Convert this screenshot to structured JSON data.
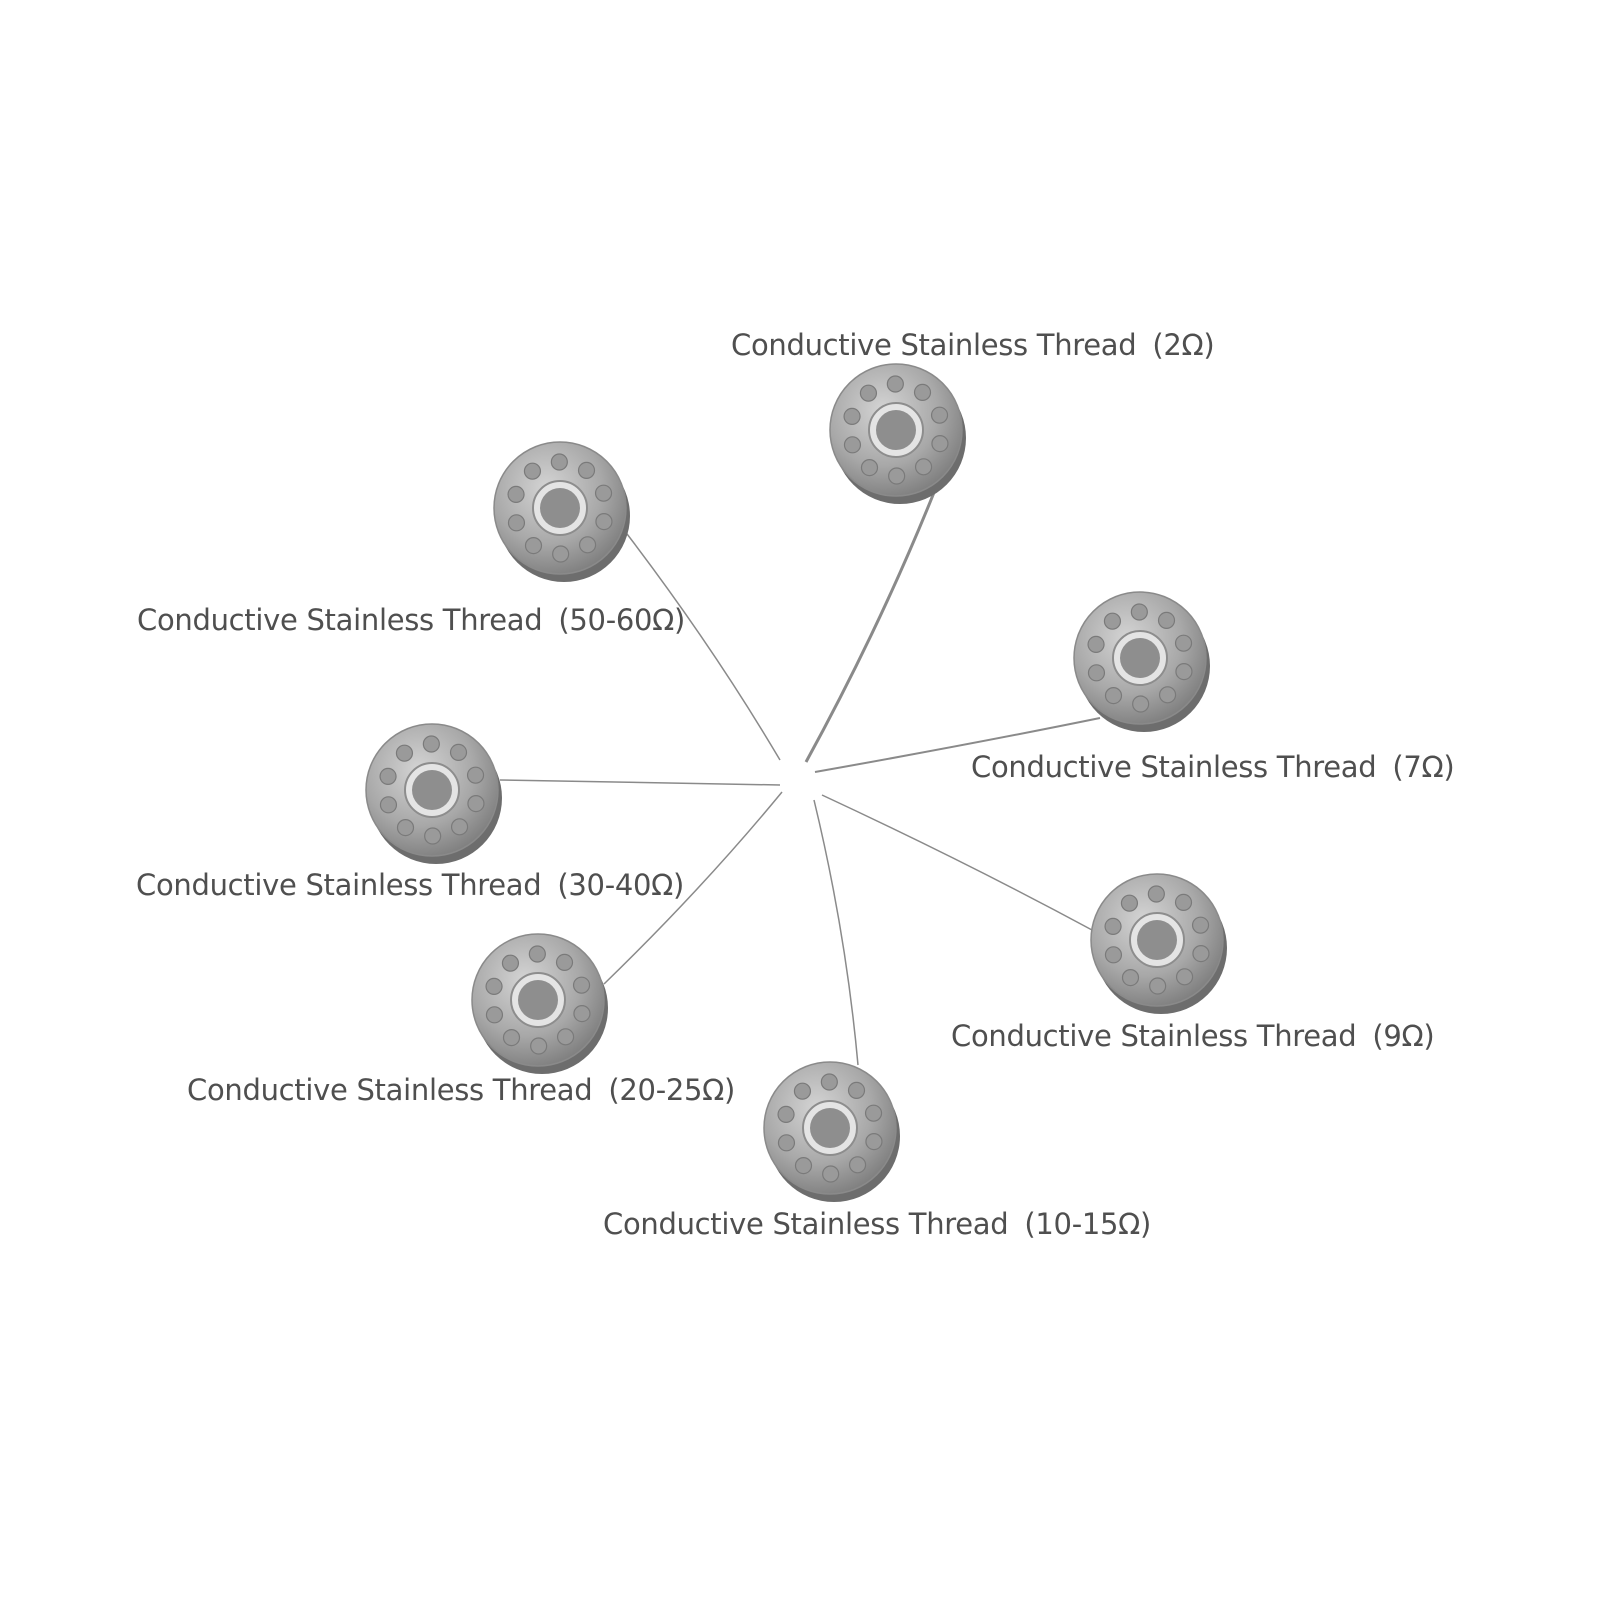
{
  "product_name": "Conductive Stainless Thread",
  "spools": [
    {
      "name": "Conductive Stainless Thread",
      "resistance": "(2Ω)"
    },
    {
      "name": "Conductive Stainless Thread",
      "resistance": "(7Ω)"
    },
    {
      "name": "Conductive Stainless Thread",
      "resistance": "(9Ω)"
    },
    {
      "name": "Conductive Stainless Thread",
      "resistance": "(10-15Ω)"
    },
    {
      "name": "Conductive Stainless Thread",
      "resistance": "(20-25Ω)"
    },
    {
      "name": "Conductive Stainless Thread",
      "resistance": "(30-40Ω)"
    },
    {
      "name": "Conductive Stainless Thread",
      "resistance": "(50-60Ω)"
    }
  ],
  "colors": {
    "text": "#4f4f4f",
    "metal": "#a9a9a9",
    "thread": "#8a8a8a"
  }
}
